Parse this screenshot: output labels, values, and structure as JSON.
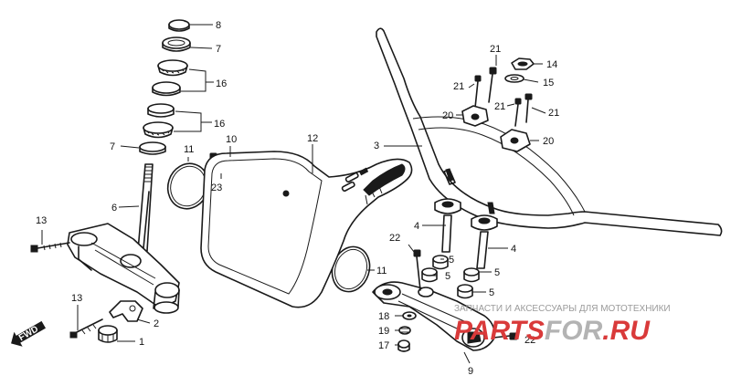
{
  "labels": {
    "l1": "1",
    "l2": "2",
    "l3": "3",
    "l4a": "4",
    "l4b": "4",
    "l5a": "5",
    "l5b": "5",
    "l5c": "5",
    "l5d": "5",
    "l6": "6",
    "l7a": "7",
    "l7b": "7",
    "l8": "8",
    "l9": "9",
    "l10": "10",
    "l11a": "11",
    "l11b": "11",
    "l12": "12",
    "l13a": "13",
    "l13b": "13",
    "l14": "14",
    "l15": "15",
    "l16a": "16",
    "l16b": "16",
    "l17": "17",
    "l18": "18",
    "l19": "19",
    "l20a": "20",
    "l20b": "20",
    "l21a": "21",
    "l21b": "21",
    "l21c": "21",
    "l21d": "21",
    "l22a": "22",
    "l22b": "22",
    "l23": "23"
  },
  "fwd": "FWD",
  "watermark": {
    "caption": "ЗАПЧАСТИ И АКСЕССУАРЫ ДЛЯ МОТОТЕХНИКИ",
    "brand_red": "PARTS",
    "brand_grey": "FOR",
    "brand_tld": ".RU"
  },
  "colors": {
    "ink": "#1a1a1a",
    "brand_red": "#d93a3a",
    "brand_grey": "#b3b3b3"
  }
}
